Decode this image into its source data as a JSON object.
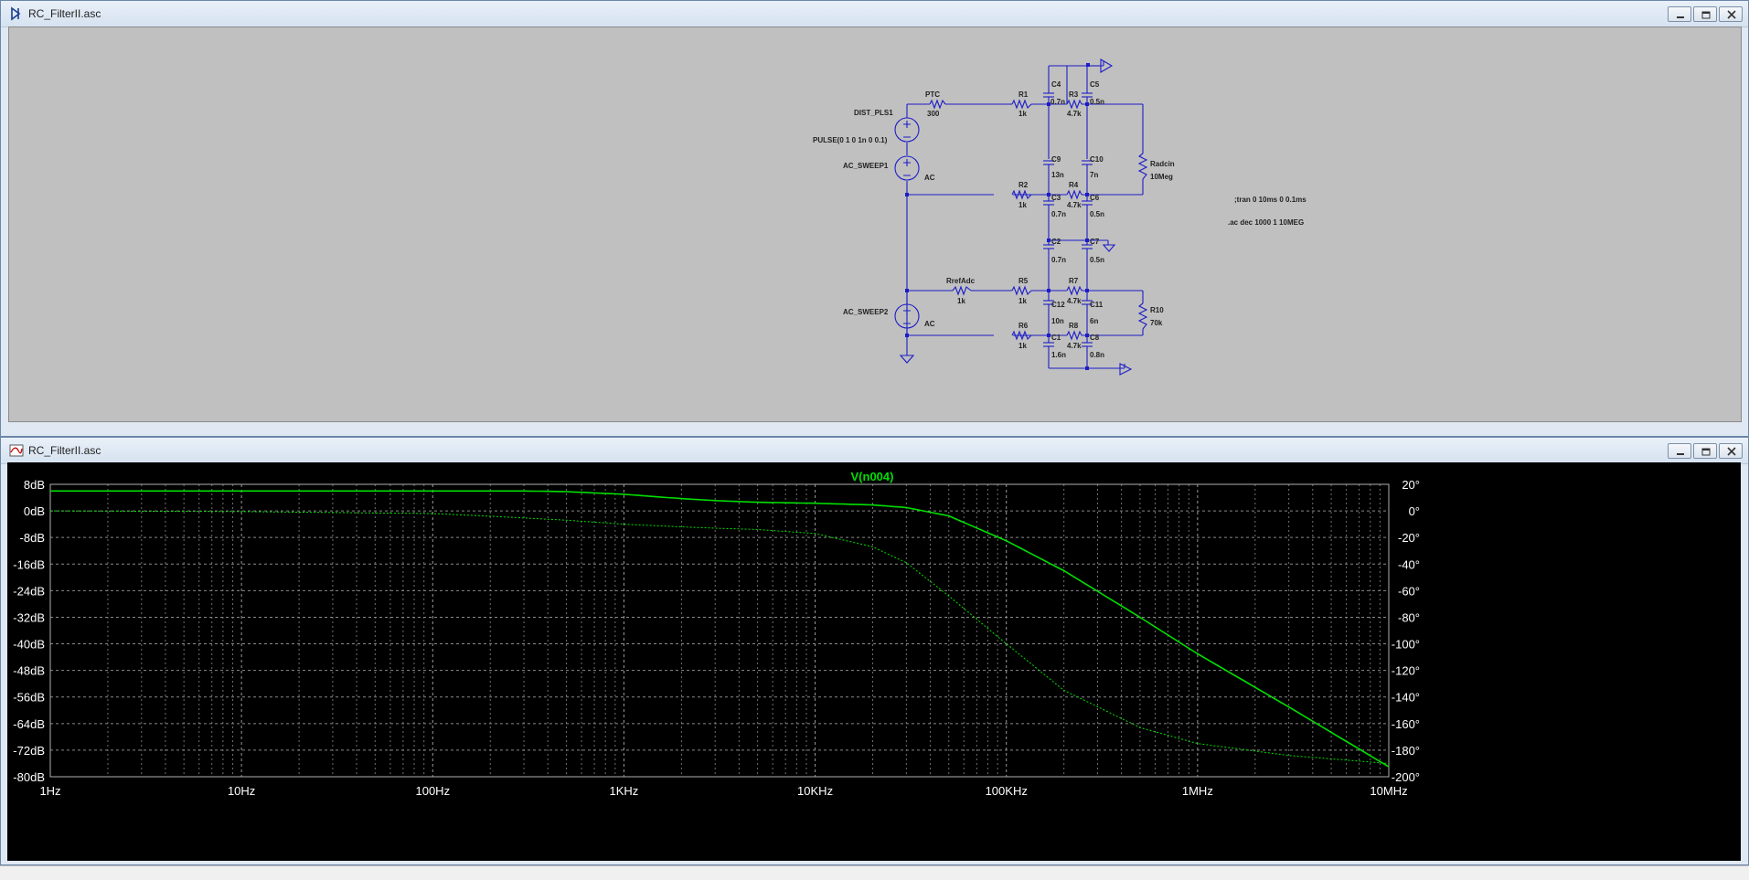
{
  "schematic_window": {
    "title": "RC_FilterII.asc",
    "directives": [
      ";tran 0 10ms 0 0.1ms",
      ".ac dec 1000 1 10MEG"
    ],
    "sources": [
      {
        "name": "DIST_PLS1",
        "value": "PULSE(0 1 0 1n 0 0.1)"
      },
      {
        "name": "AC_SWEEP1",
        "value": "AC"
      },
      {
        "name": "AC_SWEEP2",
        "value": "AC"
      }
    ],
    "components": [
      {
        "name": "PTC",
        "value": "300"
      },
      {
        "name": "RrefAdc",
        "value": "1k"
      },
      {
        "name": "R1",
        "value": "1k"
      },
      {
        "name": "R2",
        "value": "1k"
      },
      {
        "name": "R5",
        "value": "1k"
      },
      {
        "name": "R6",
        "value": "1k"
      },
      {
        "name": "R3",
        "value": "4.7k"
      },
      {
        "name": "R4",
        "value": "4.7k"
      },
      {
        "name": "R7",
        "value": "4.7k"
      },
      {
        "name": "R8",
        "value": "4.7k"
      },
      {
        "name": "Radcin",
        "value": "10Meg"
      },
      {
        "name": "R10",
        "value": "70k"
      },
      {
        "name": "C4",
        "value": "0.7n"
      },
      {
        "name": "C5",
        "value": "0.5n"
      },
      {
        "name": "C9",
        "value": "13n"
      },
      {
        "name": "C10",
        "value": "7n"
      },
      {
        "name": "C3",
        "value": "0.7n"
      },
      {
        "name": "C6",
        "value": "0.5n"
      },
      {
        "name": "C2",
        "value": "0.7n"
      },
      {
        "name": "C7",
        "value": "0.5n"
      },
      {
        "name": "C12",
        "value": "10n"
      },
      {
        "name": "C11",
        "value": "6n"
      },
      {
        "name": "C1",
        "value": "1.6n"
      },
      {
        "name": "C8",
        "value": "0.8n"
      }
    ]
  },
  "plot_window": {
    "title": "RC_FilterII.asc",
    "trace_label": "V(n004)",
    "trace_color": "#00e000"
  },
  "chart_data": {
    "type": "line",
    "title": "V(n004)",
    "xscale": "log",
    "xlim": [
      1,
      10000000
    ],
    "x_tick_labels": [
      "1Hz",
      "10Hz",
      "100Hz",
      "1KHz",
      "10KHz",
      "100KHz",
      "1MHz",
      "10MHz"
    ],
    "y_left_lim": [
      -80,
      8
    ],
    "y_left_tick_labels": [
      "8dB",
      "0dB",
      "-8dB",
      "-16dB",
      "-24dB",
      "-32dB",
      "-40dB",
      "-48dB",
      "-56dB",
      "-64dB",
      "-72dB",
      "-80dB"
    ],
    "y_right_lim": [
      -200,
      20
    ],
    "y_right_tick_labels": [
      "20°",
      "0°",
      "-20°",
      "-40°",
      "-60°",
      "-80°",
      "-100°",
      "-120°",
      "-140°",
      "-160°",
      "-180°",
      "-200°"
    ],
    "grid": true,
    "series": [
      {
        "style": "solid",
        "axis": "left",
        "x": [
          1,
          10,
          100,
          300,
          500,
          1000,
          2000,
          3000,
          5000,
          10000,
          20000,
          30000,
          50000,
          100000,
          200000,
          500000,
          1000000,
          3000000,
          10000000
        ],
        "y": [
          6,
          6,
          6,
          6,
          5.8,
          5,
          3.7,
          3.1,
          2.6,
          2.3,
          1.8,
          1,
          -1.5,
          -9,
          -18,
          -32,
          -43,
          -59,
          -77
        ]
      },
      {
        "style": "dotted",
        "axis": "right",
        "x": [
          1,
          10,
          100,
          200,
          500,
          1000,
          2000,
          3000,
          5000,
          10000,
          20000,
          30000,
          50000,
          100000,
          200000,
          500000,
          1000000,
          3000000,
          10000000
        ],
        "y": [
          0,
          -0.5,
          -2,
          -4,
          -7,
          -10,
          -12,
          -13,
          -14,
          -17,
          -27,
          -39,
          -64,
          -100,
          -135,
          -163,
          -175,
          -184,
          -190
        ]
      }
    ]
  }
}
